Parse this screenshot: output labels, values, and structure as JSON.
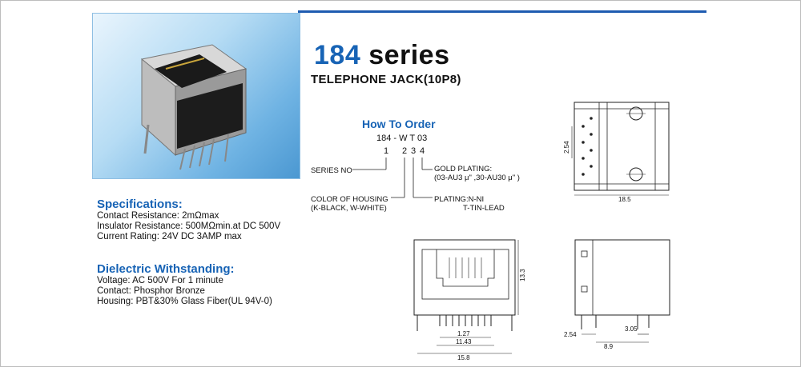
{
  "title": {
    "number": "184",
    "word": "series"
  },
  "subtitle": "TELEPHONE JACK(10P8)",
  "how_to_order": {
    "heading": "How To Order",
    "code": "184 - W T 03",
    "digits": [
      "1",
      "2",
      "3",
      "4"
    ],
    "labels": {
      "series_no": "SERIES NO",
      "color_line1": "COLOR OF HOUSING",
      "color_line2": "(K-BLACK, W-WHITE)",
      "gold_line1": "GOLD PLATING:",
      "gold_line2": "(03-AU3 μ\" ,30-AU30 μ\" )",
      "plating_line1": "PLATING:N-NI",
      "plating_line2": "T-TIN-LEAD"
    }
  },
  "specifications": {
    "heading": "Specifications:",
    "lines": [
      "Contact Resistance: 2mΩmax",
      "Insulator Resistance: 500MΩmin.at DC 500V",
      "Current Rating: 24V DC 3AMP max"
    ]
  },
  "dielectric": {
    "heading": "Dielectric Withstanding:",
    "lines": [
      "Voltage: AC 500V For 1 minute",
      "Contact: Phosphor Bronze",
      "Housing: PBT&30% Glass Fiber(UL 94V-0)"
    ]
  },
  "dimensions": {
    "top_height": "2.54",
    "top_width": "18.5",
    "front_pitch": "1.27",
    "front_span": "11.43",
    "front_width": "15.8",
    "front_height": "13.3",
    "side_left": "2.54",
    "side_pitch": "3.05",
    "side_width": "8.9"
  },
  "colors": {
    "accent": "#1763b5",
    "rule": "#1e5bb0"
  }
}
